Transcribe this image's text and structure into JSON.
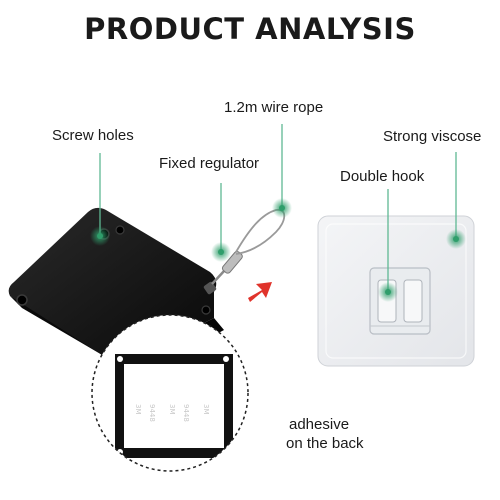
{
  "title": "PRODUCT  ANALYSIS",
  "labels": {
    "screw_holes": "Screw holes",
    "wire_rope": "1.2m wire rope",
    "fixed_regulator": "Fixed regulator",
    "strong_viscose": "Strong viscose",
    "double_hook": "Double hook",
    "adhesive_line1": "adhesive",
    "adhesive_line2": "on the back"
  },
  "colors": {
    "marker": "#2f9e6b",
    "leader": "#5fb893",
    "arrow": "#e0332b",
    "device_body": "#141414"
  }
}
